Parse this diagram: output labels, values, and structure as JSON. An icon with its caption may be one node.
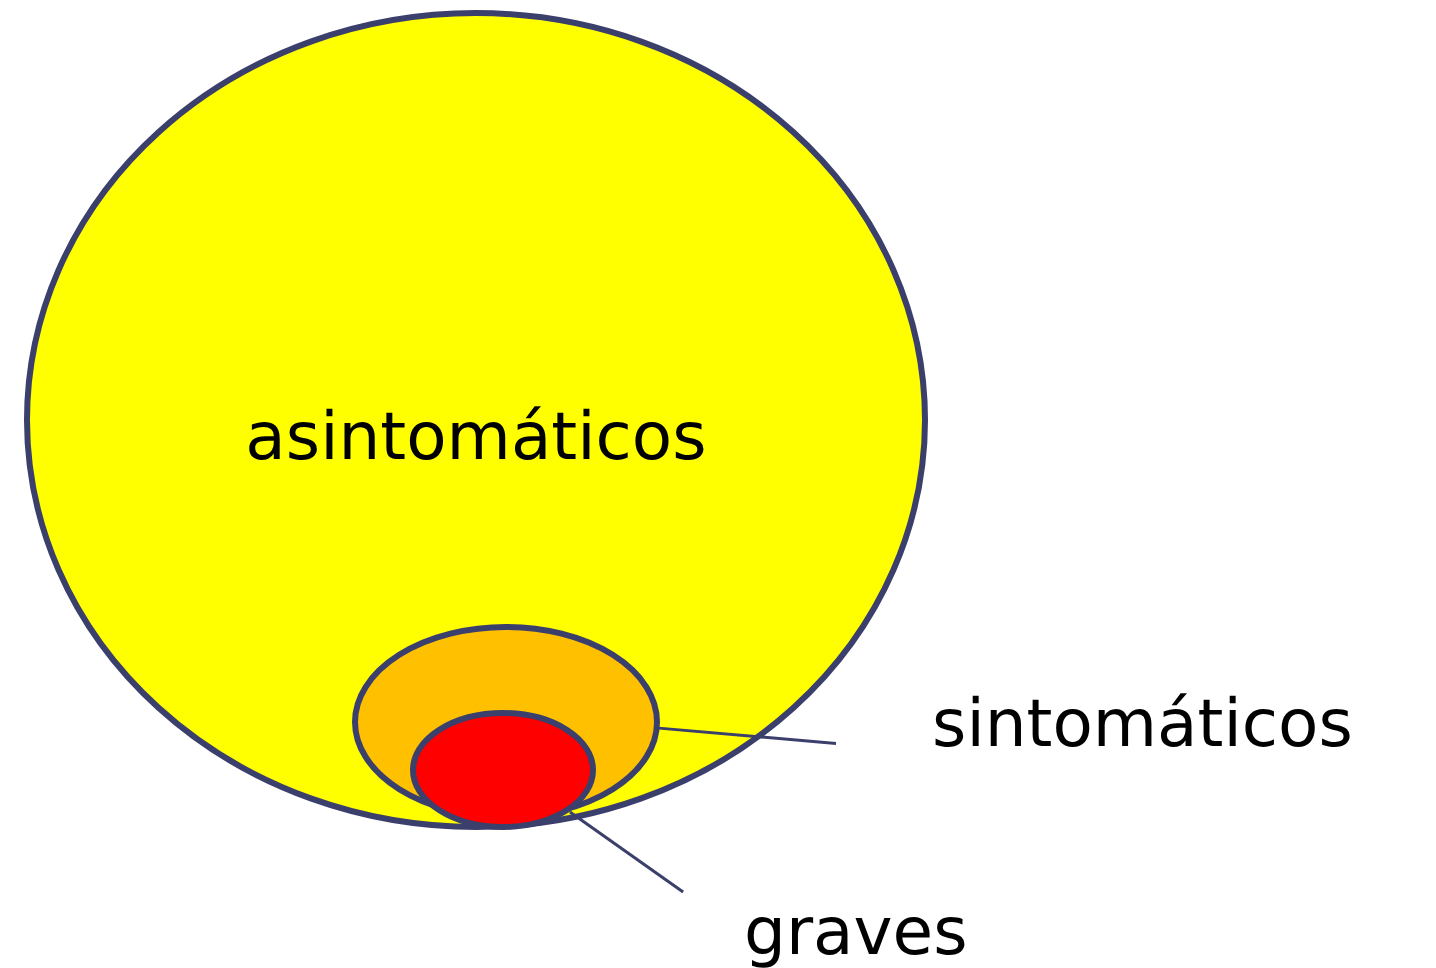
{
  "diagram": {
    "nodes": [
      {
        "text": [
          "asintomáticos"
        ]
      },
      {
        "text": [],
        "shape": "circle",
        "in": 0
      },
      {
        "text": [],
        "shape": "circle",
        "in": 1
      },
      {
        "text": [
          "sintomáticos"
        ]
      },
      {
        "text": [
          "graves"
        ]
      }
    ],
    "edges": [
      {
        "from": 3,
        "to": 1,
        "arrow": "none"
      },
      {
        "from": 4,
        "to": 2,
        "arrow": "none"
      }
    ]
  }
}
